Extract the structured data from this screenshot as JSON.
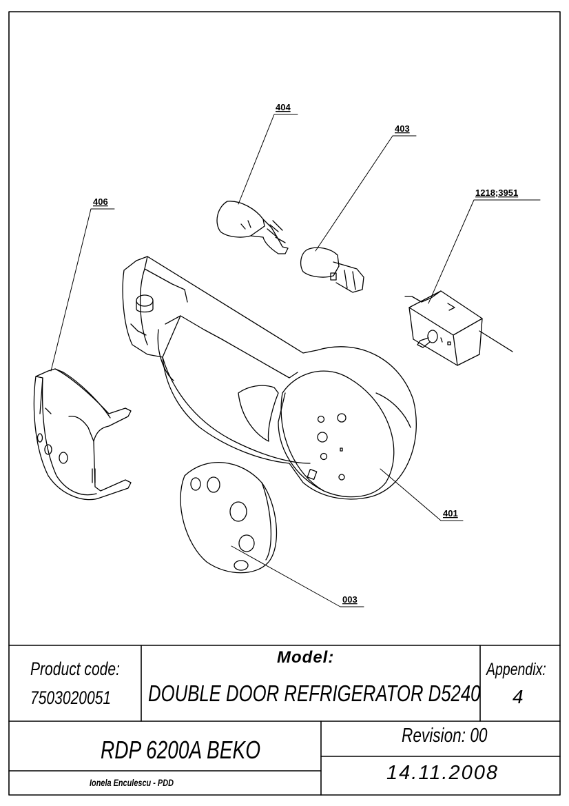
{
  "callouts": {
    "p404": "404",
    "p403": "403",
    "p406": "406",
    "p1218": "1218;3951",
    "p401": "401",
    "p003": "003"
  },
  "title_block": {
    "product_code_label": "Product code:",
    "product_code_value": "7503020051",
    "model_label": "Model:",
    "model_name": "DOUBLE DOOR REFRIGERATOR D5240",
    "appendix_label": "Appendix:",
    "appendix_value": "4",
    "product_title": "RDP 6200A BEKO",
    "revision_label": "Revision: 00",
    "date": "14.11.2008",
    "author": "Ionela Enculescu - PDD"
  }
}
